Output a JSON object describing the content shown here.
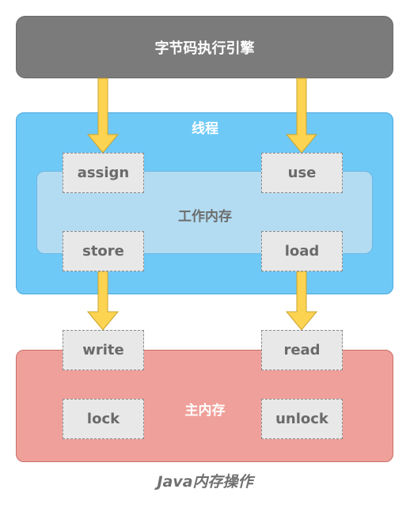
{
  "engine": {
    "label": "字节码执行引擎"
  },
  "thread": {
    "label": "线程"
  },
  "working_memory": {
    "label": "工作内存"
  },
  "main_memory": {
    "label": "主内存"
  },
  "ops": {
    "assign": "assign",
    "use": "use",
    "store": "store",
    "load": "load",
    "write": "write",
    "read": "read",
    "lock": "lock",
    "unlock": "unlock"
  },
  "caption": "Java内存操作",
  "colors": {
    "engine": "#7b7b7b",
    "thread": "#6ec9f7",
    "working_memory": "#b3dcf2",
    "main_memory": "#f0a09a",
    "arrow": "#fdd352",
    "op_box": "#e8e8e8"
  }
}
